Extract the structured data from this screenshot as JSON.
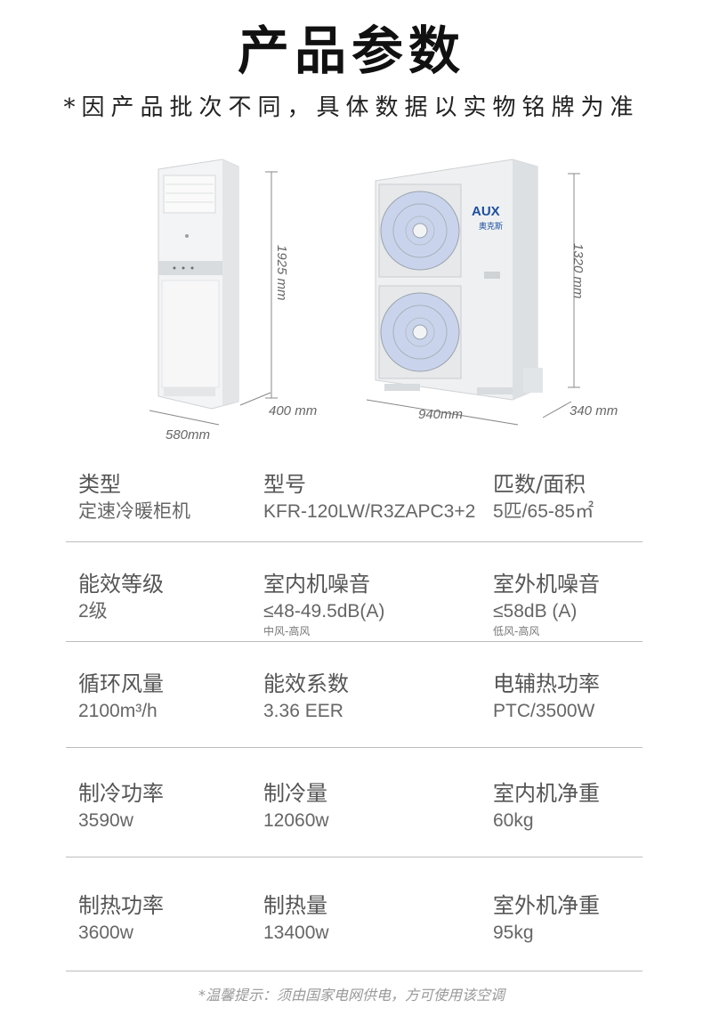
{
  "header": {
    "title": "产品参数",
    "subtitle": "*因产品批次不同，具体数据以实物铭牌为准"
  },
  "indoor_unit": {
    "height_label": "1925 mm",
    "depth_label": "400 mm",
    "width_label": "580mm"
  },
  "outdoor_unit": {
    "brand": "AUX",
    "brand_cn": "奥克斯",
    "height_label": "1320 mm",
    "width_label": "940mm",
    "depth_label": "340 mm"
  },
  "specs": [
    [
      {
        "label": "类型",
        "value": "定速冷暖柜机"
      },
      {
        "label": "型号",
        "value": "KFR-120LW/R3ZAPC3+2"
      },
      {
        "label": "匹数/面积",
        "value": "5匹/65-85㎡"
      }
    ],
    [
      {
        "label": "能效等级",
        "value": "2级"
      },
      {
        "label": "室内机噪音",
        "value": "≤48-49.5dB(A)",
        "note": "中风-高风"
      },
      {
        "label": "室外机噪音",
        "value": "≤58dB (A)",
        "note": "低风-高风"
      }
    ],
    [
      {
        "label": "循环风量",
        "value": "2100m³/h"
      },
      {
        "label": "能效系数",
        "value": "3.36 EER"
      },
      {
        "label": "电辅热功率",
        "value": "PTC/3500W"
      }
    ],
    [
      {
        "label": "制冷功率",
        "value": "3590w"
      },
      {
        "label": "制冷量",
        "value": "12060w"
      },
      {
        "label": "室内机净重",
        "value": "60kg"
      }
    ],
    [
      {
        "label": "制热功率",
        "value": "3600w"
      },
      {
        "label": "制热量",
        "value": "13400w"
      },
      {
        "label": "室外机净重",
        "value": "95kg"
      }
    ]
  ],
  "footer": "*温馨提示：须由国家电网供电，方可使用该空调"
}
